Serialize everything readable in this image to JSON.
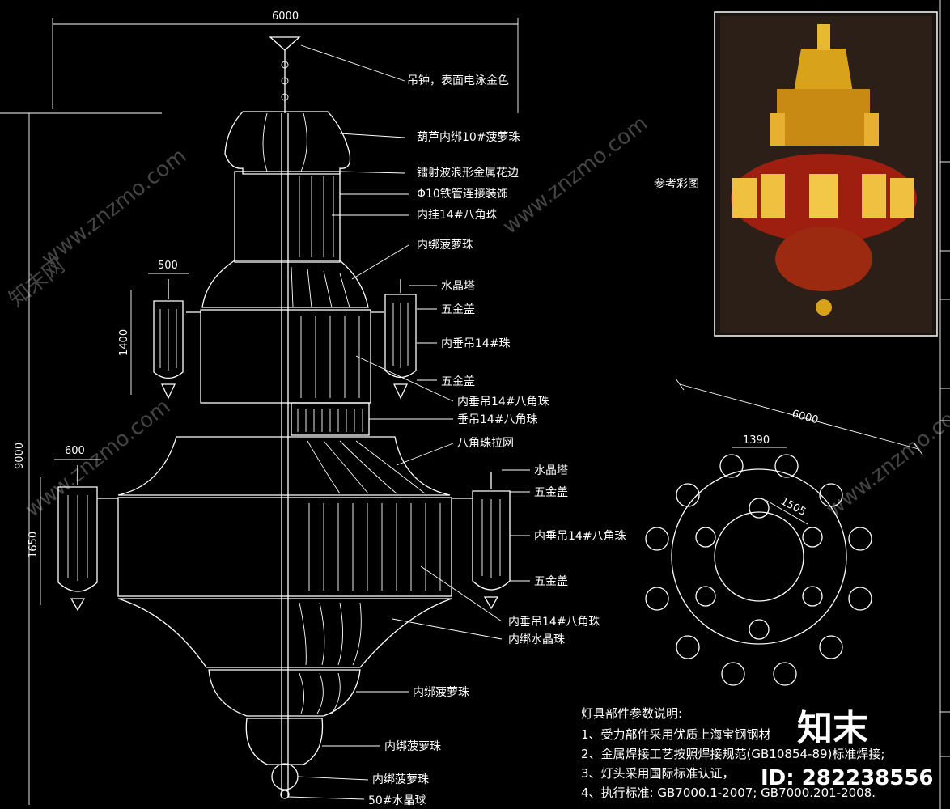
{
  "dimensions": {
    "top_width": "6000",
    "height": "9000",
    "small_lamp_width": "500",
    "small_lamp_height": "1400",
    "large_lamp_width": "600",
    "large_lamp_height": "1650",
    "plan_diameter": "6000",
    "plan_spacing": "1390",
    "plan_radius": "1505"
  },
  "callouts": [
    "吊钟，表面电泳金色",
    "葫芦内绑10#菠萝珠",
    "镭射波浪形金属花边",
    "Φ10铁管连接装饰",
    "内挂14#八角珠",
    "内绑菠萝珠",
    "水晶塔",
    "五金盖",
    "内垂吊14#珠",
    "五金盖",
    "内垂吊14#八角珠",
    "垂吊14#八角珠",
    "八角珠拉网",
    "水晶塔",
    "五金盖",
    "内垂吊14#八角珠",
    "五金盖",
    "内垂吊14#八角珠",
    "内绑水晶珠",
    "内绑菠萝珠",
    "内绑菠萝珠",
    "内绑菠萝珠",
    "50#水晶球"
  ],
  "reference_label": "参考彩图",
  "notes": {
    "title": "灯具部件参数说明:",
    "items": [
      "1、受力部件采用优质上海宝钢钢材",
      "2、金属焊接工艺按照焊接规范(GB10854-89)标准焊接;",
      "3、灯头采用国际标准认证，",
      "4、执行标准: GB7000.1-2007; GB7000.201-2008."
    ]
  },
  "watermark": {
    "brand": "知末",
    "id": "ID: 282238556",
    "site": "www.znzmo.com",
    "cn": "知末网"
  },
  "colors": {
    "background": "#000000",
    "lines": "#ffffff",
    "gold": "#d9a21b",
    "red": "#b3200f"
  }
}
